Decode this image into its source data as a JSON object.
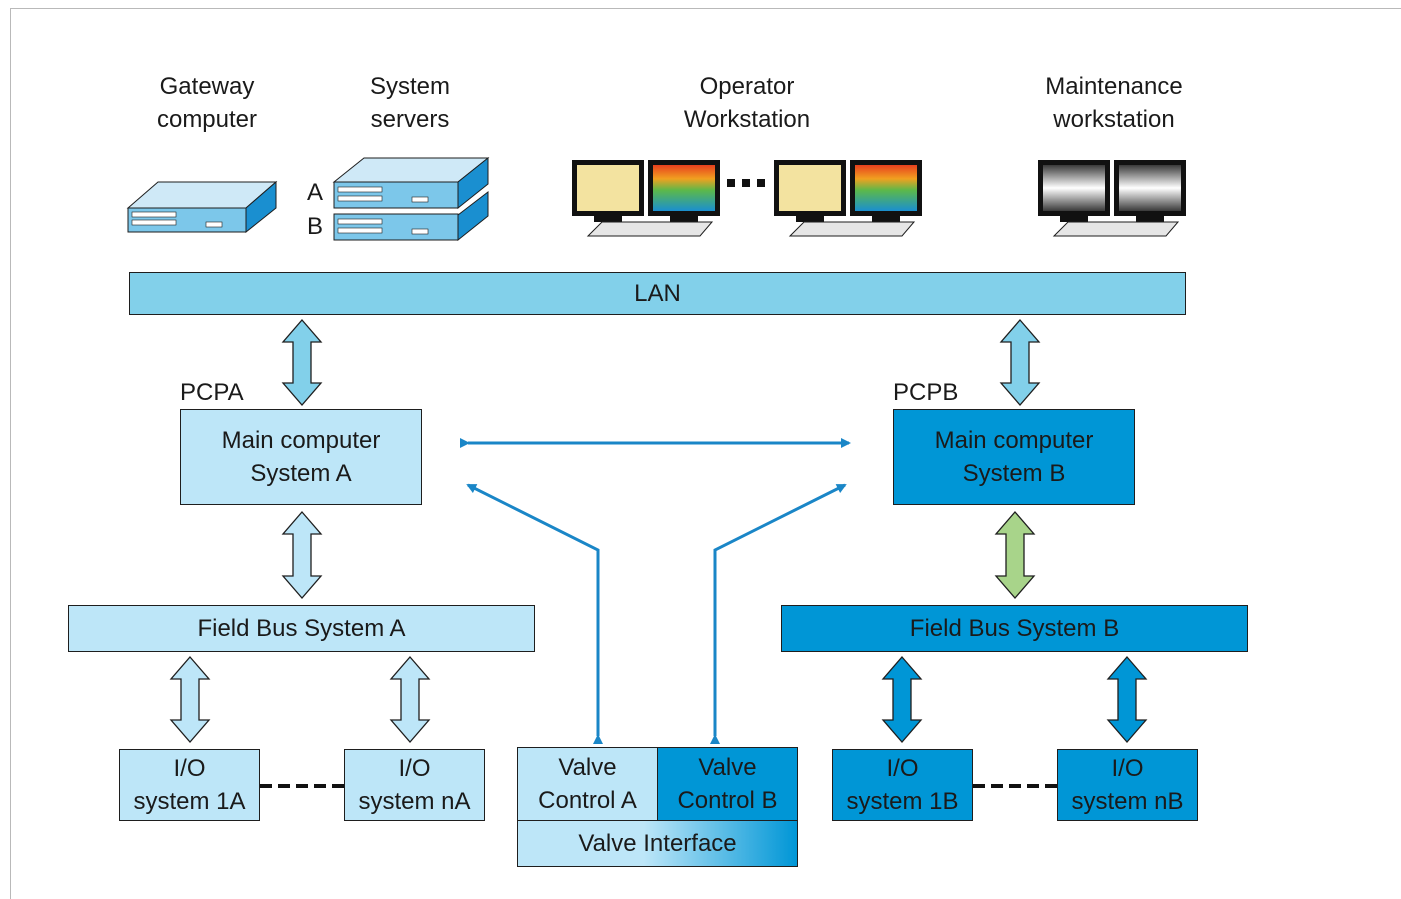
{
  "devices": {
    "gateway_label": [
      "Gateway",
      "computer"
    ],
    "servers_label": [
      "System",
      "servers"
    ],
    "server_a": "A",
    "server_b": "B",
    "operator_label": [
      "Operator",
      "Workstation"
    ],
    "maintenance_label": [
      "Maintenance",
      "workstation"
    ]
  },
  "lan": {
    "label": "LAN"
  },
  "system_a": {
    "tag": "PCPA",
    "main": [
      "Main computer",
      "System A"
    ],
    "fieldbus": "Field Bus System A",
    "io_first": [
      "I/O",
      "system 1A"
    ],
    "io_last": [
      "I/O",
      "system nA"
    ]
  },
  "system_b": {
    "tag": "PCPB",
    "main": [
      "Main computer",
      "System B"
    ],
    "fieldbus": "Field Bus System B",
    "io_first": [
      "I/O",
      "system 1B"
    ],
    "io_last": [
      "I/O",
      "system nB"
    ]
  },
  "valves": {
    "control_a": [
      "Valve",
      "Control A"
    ],
    "control_b": [
      "Valve",
      "Control B"
    ],
    "interface": "Valve Interface"
  },
  "colors": {
    "light_box": "#bde6f8",
    "lan_box": "#82d0ea",
    "dark_box": "#0096d6",
    "link_arrow": "#1a86c7",
    "green_arrow": "#a8d48a"
  }
}
